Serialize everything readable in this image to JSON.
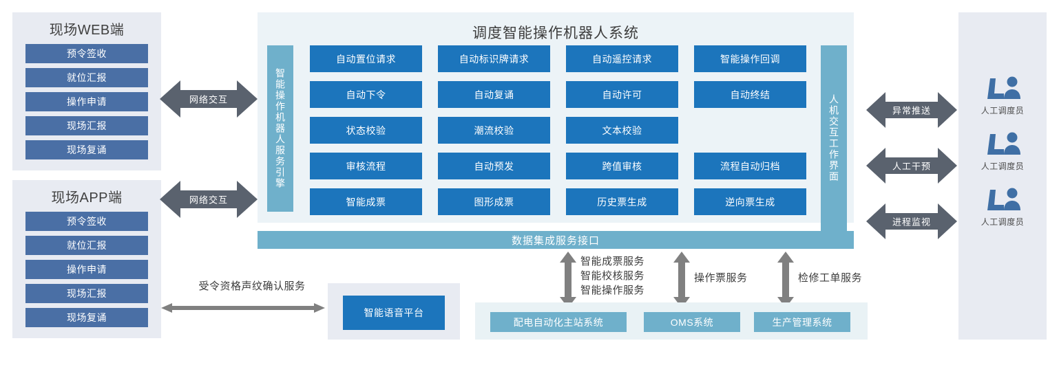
{
  "clients": [
    {
      "title": "现场WEB端",
      "items": [
        "预令签收",
        "就位汇报",
        "操作申请",
        "现场汇报",
        "现场复诵"
      ]
    },
    {
      "title": "现场APP端",
      "items": [
        "预令签收",
        "就位汇报",
        "操作申请",
        "现场汇报",
        "现场复诵"
      ]
    }
  ],
  "network_arrows": [
    {
      "label": "网络交互"
    },
    {
      "label": "网络交互"
    }
  ],
  "system": {
    "title": "调度智能操作机器人系统",
    "left_bar": "智能操作机器人服务引擎",
    "right_bar": "人机交互工作界面",
    "grid": [
      [
        "自动置位请求",
        "自动标识牌请求",
        "自动遥控请求",
        "智能操作回调"
      ],
      [
        "自动下令",
        "自动复诵",
        "自动许可",
        "自动终结"
      ],
      [
        "状态校验",
        "潮流校验",
        "文本校验",
        ""
      ],
      [
        "审核流程",
        "自动预发",
        "跨值审核",
        "流程自动归档"
      ],
      [
        "智能成票",
        "图形成票",
        "历史票生成",
        "逆向票生成"
      ]
    ]
  },
  "integration": {
    "label": "数据集成服务接口"
  },
  "service_links": [
    {
      "label": "智能成票服务\n智能校核服务\n智能操作服务"
    },
    {
      "label": "操作票服务"
    },
    {
      "label": "检修工单服务"
    }
  ],
  "bottom_systems": [
    "配电自动化主站系统",
    "OMS系统",
    "生产管理系统"
  ],
  "voice": {
    "box_label": "智能语音平台",
    "link_label": "受令资格声纹确认服务"
  },
  "operators": [
    {
      "arrow_label": "异常推送",
      "label": "人工调度员",
      "icon": "operator-console-icon"
    },
    {
      "arrow_label": "人工干预",
      "label": "人工调度员",
      "icon": "operator-console-icon"
    },
    {
      "arrow_label": "进程监视",
      "label": "人工调度员",
      "icon": "operator-console-icon"
    }
  ],
  "colors": {
    "primary_blue": "#1c75bc",
    "client_blue": "#4a6fa5",
    "teal": "#6fb0cb",
    "arrow_gray": "#5a626e",
    "panel_bg": "#e8ebf2",
    "system_bg": "#ecf3f7"
  }
}
